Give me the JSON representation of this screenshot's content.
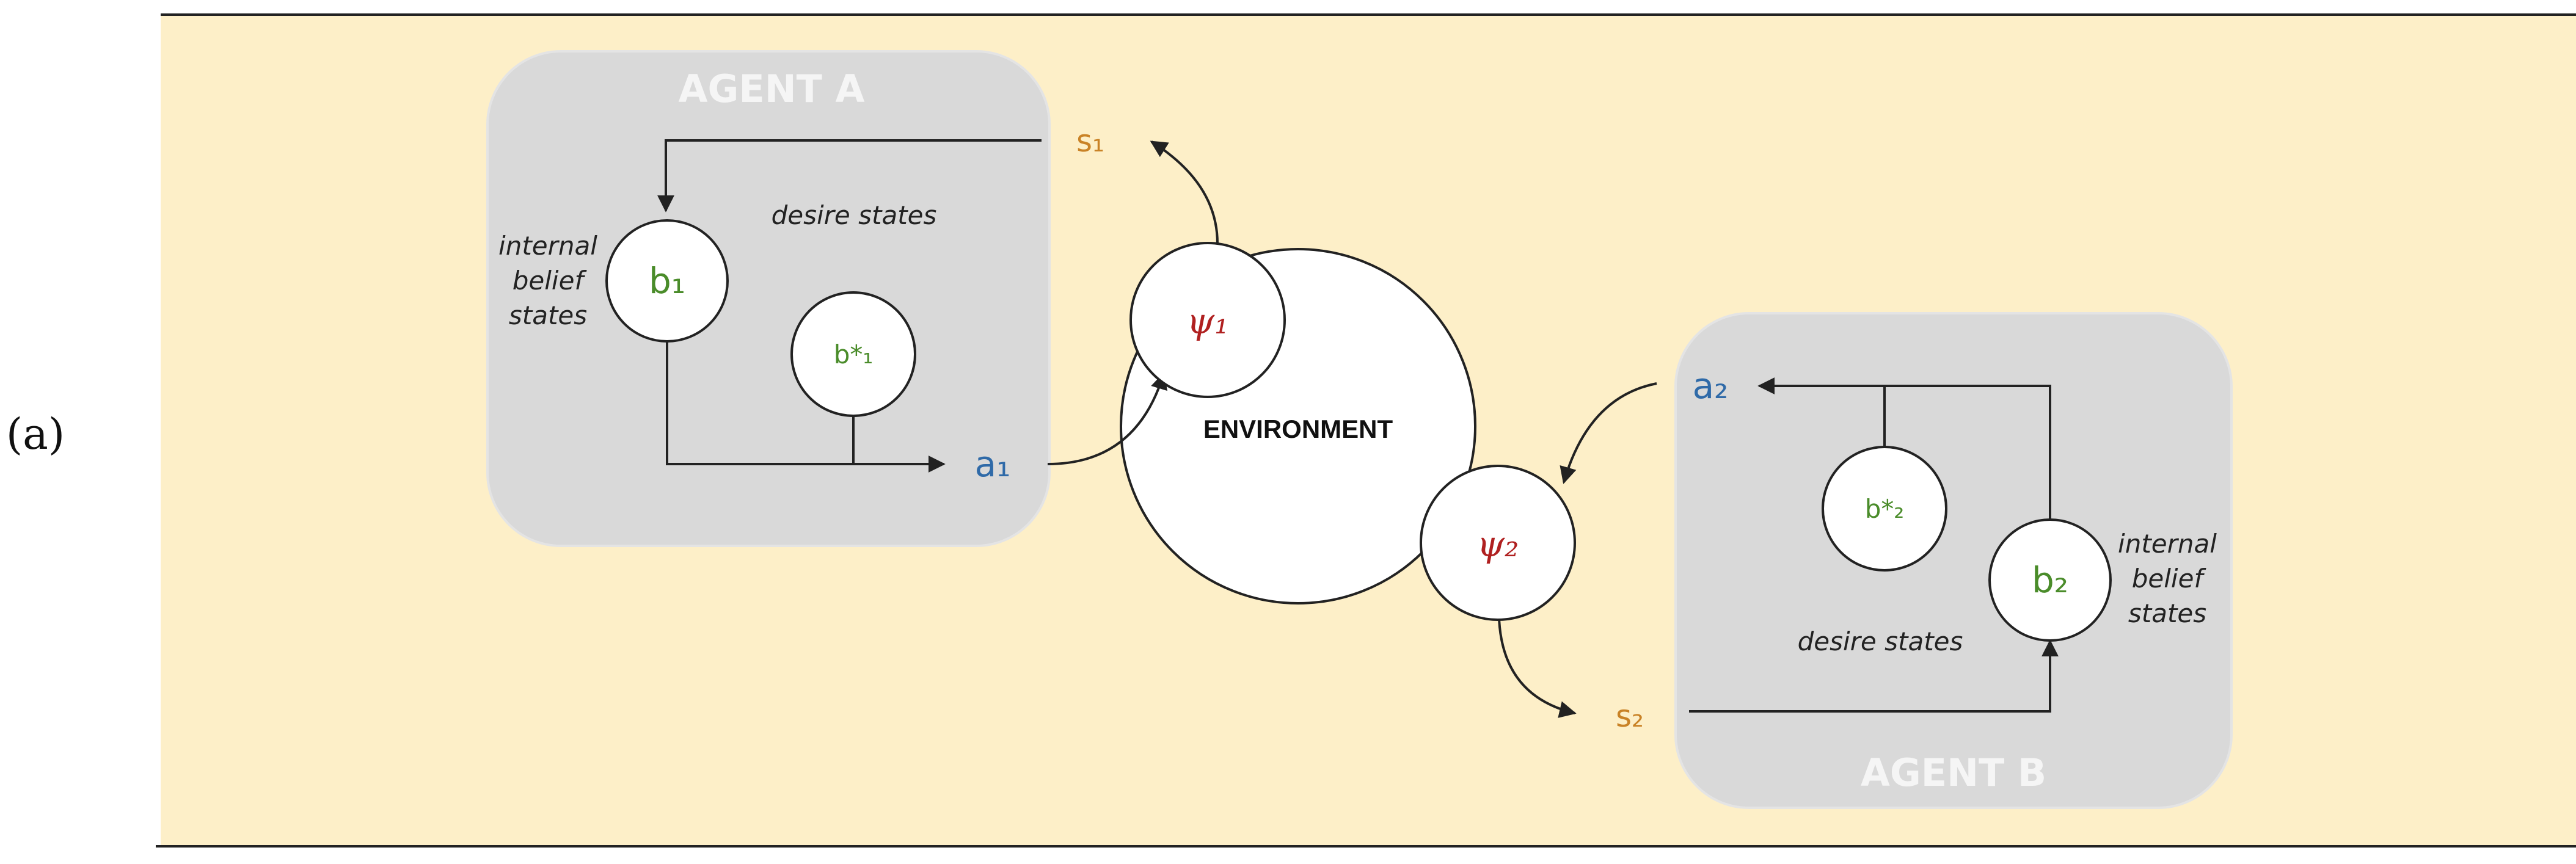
{
  "panel_label": "(a)",
  "agent_a": {
    "title": "AGENT A",
    "belief_node": "b₁",
    "desire_node": "b*₁",
    "belief_caption": [
      "internal",
      "belief",
      "states"
    ],
    "desire_caption": "desire states"
  },
  "agent_b": {
    "title": "AGENT B",
    "belief_node": "b₂",
    "desire_node": "b*₂",
    "belief_caption": [
      "internal",
      "belief",
      "states"
    ],
    "desire_caption": "desire states"
  },
  "environment": {
    "label": "ENVIRONMENT",
    "psi_1": "ψ₁",
    "psi_2": "ψ₂"
  },
  "signals": {
    "s1": "s₁",
    "s2": "s₂",
    "a1": "a₁",
    "a2": "a₂"
  },
  "colors": {
    "panel_background": "#fdefc8",
    "agent_box": "#d9d9d9",
    "agent_title": "#f5f5f5",
    "belief_green": "#4a8c2a",
    "psi_red": "#b02020",
    "action_blue": "#2f6aa8",
    "sensor_orange": "#c98226",
    "line": "#222222"
  }
}
